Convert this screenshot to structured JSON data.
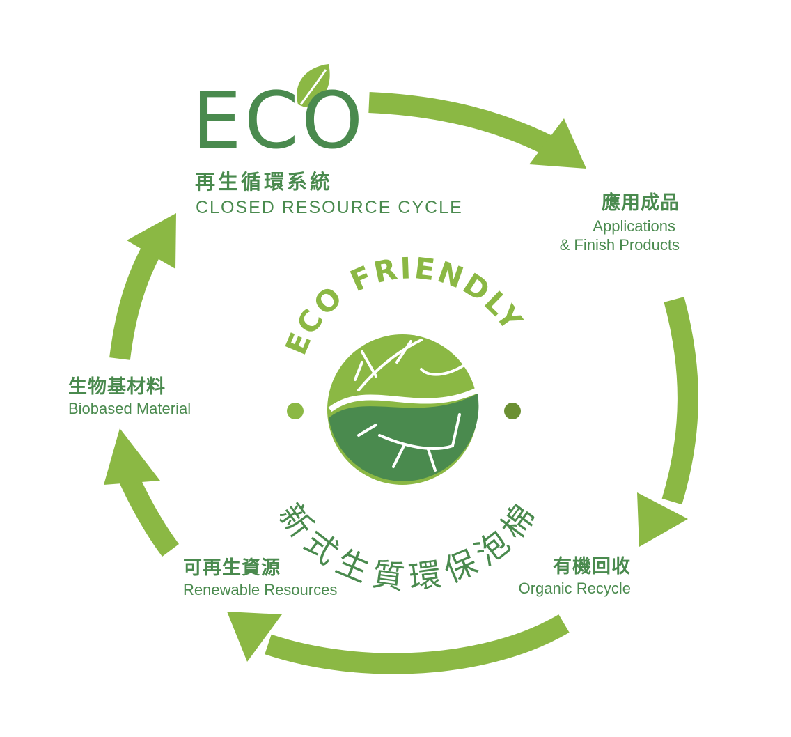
{
  "colors": {
    "arrow_green": "#8bb844",
    "dark_green": "#4a8a4e",
    "light_green": "#8bb844",
    "olive_dot": "#6b8f32",
    "text_green": "#4a8a4e"
  },
  "brand": {
    "eco_word": "ECO",
    "title_zh": "再生循環系統",
    "title_en": "CLOSED RESOURCE CYCLE",
    "leaf_icon": "leaf-icon"
  },
  "center": {
    "arc_text": "ECO FRIENDLY",
    "arc_text_zh": "新式生質環保泡棉",
    "emblem_icon": "leaf-globe-icon"
  },
  "stages": [
    {
      "zh": "應用成品",
      "en_lines": [
        "Applications",
        "& Finish Products"
      ]
    },
    {
      "zh": "有機回收",
      "en_lines": [
        "Organic Recycle"
      ]
    },
    {
      "zh": "可再生資源",
      "en_lines": [
        "Renewable Resources"
      ]
    },
    {
      "zh": "生物基材料",
      "en_lines": [
        "Biobased Material"
      ]
    }
  ]
}
